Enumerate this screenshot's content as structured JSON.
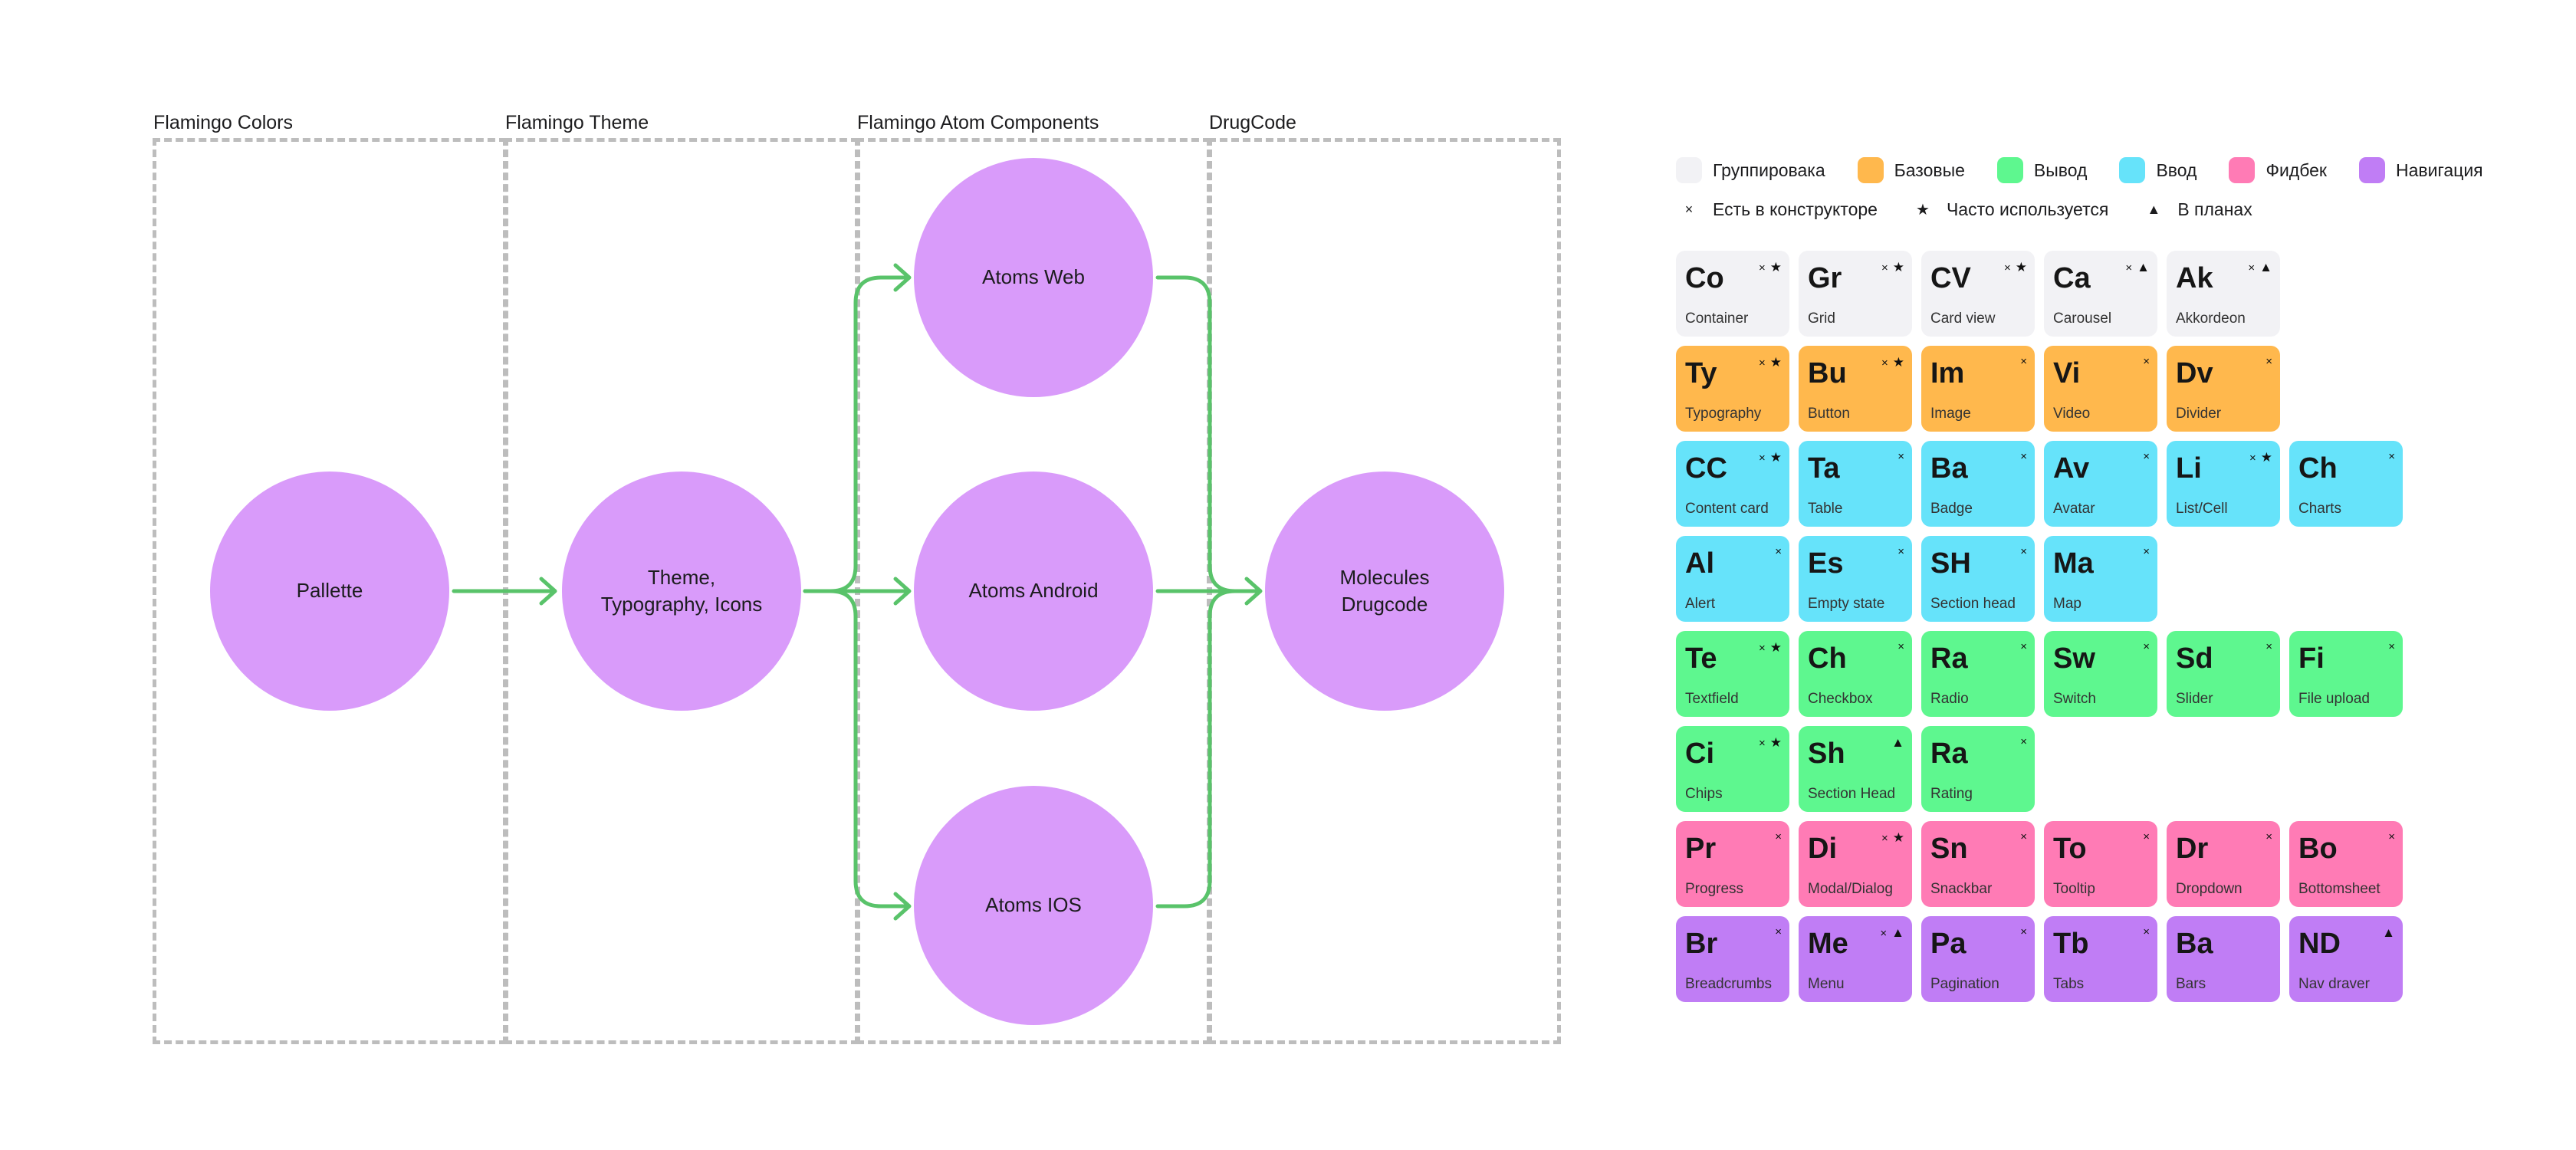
{
  "diagram": {
    "columns": [
      {
        "label": "Flamingo Colors"
      },
      {
        "label": "Flamingo Theme"
      },
      {
        "label": "Flamingo Atom Components"
      },
      {
        "label": "DrugCode"
      }
    ],
    "nodes": [
      {
        "id": "pallette",
        "label": "Pallette"
      },
      {
        "id": "theme",
        "label": "Theme,\nTypography, Icons"
      },
      {
        "id": "atoms-web",
        "label": "Atoms Web"
      },
      {
        "id": "atoms-android",
        "label": "Atoms Android"
      },
      {
        "id": "atoms-ios",
        "label": "Atoms IOS"
      },
      {
        "id": "molecules",
        "label": "Molecules\nDrugcode"
      }
    ],
    "node_color": "#d99bfa",
    "arrow_color": "#59c36a",
    "edges": [
      [
        "pallette",
        "theme"
      ],
      [
        "theme",
        "atoms-web"
      ],
      [
        "theme",
        "atoms-android"
      ],
      [
        "theme",
        "atoms-ios"
      ],
      [
        "atoms-web",
        "molecules"
      ],
      [
        "atoms-android",
        "molecules"
      ],
      [
        "atoms-ios",
        "molecules"
      ]
    ]
  },
  "legend": {
    "categories": [
      {
        "key": "group",
        "label": "Группировака",
        "color": "#f2f2f5"
      },
      {
        "key": "base",
        "label": "Базовые",
        "color": "#ffb84d"
      },
      {
        "key": "output",
        "label": "Вывод",
        "color": "#5ef78f"
      },
      {
        "key": "input",
        "label": "Ввод",
        "color": "#66e3fa"
      },
      {
        "key": "feedback",
        "label": "Фидбек",
        "color": "#ff7bb5"
      },
      {
        "key": "nav",
        "label": "Навигация",
        "color": "#c07df5"
      }
    ],
    "markers": [
      {
        "key": "x",
        "symbol": "×",
        "label": "Есть в конструкторе"
      },
      {
        "key": "star",
        "symbol": "★",
        "label": "Часто используется"
      },
      {
        "key": "tri",
        "symbol": "▲",
        "label": "В планах"
      }
    ]
  },
  "tiles": [
    [
      {
        "abbr": "Co",
        "name": "Container",
        "cat": "group",
        "marks": [
          "x",
          "star"
        ]
      },
      {
        "abbr": "Gr",
        "name": "Grid",
        "cat": "group",
        "marks": [
          "x",
          "star"
        ]
      },
      {
        "abbr": "CV",
        "name": "Card view",
        "cat": "group",
        "marks": [
          "x",
          "star"
        ]
      },
      {
        "abbr": "Ca",
        "name": "Carousel",
        "cat": "group",
        "marks": [
          "x",
          "tri"
        ]
      },
      {
        "abbr": "Ak",
        "name": "Akkordeon",
        "cat": "group",
        "marks": [
          "x",
          "tri"
        ]
      }
    ],
    [
      {
        "abbr": "Ty",
        "name": "Typography",
        "cat": "base",
        "marks": [
          "x",
          "star"
        ]
      },
      {
        "abbr": "Bu",
        "name": "Button",
        "cat": "base",
        "marks": [
          "x",
          "star"
        ]
      },
      {
        "abbr": "Im",
        "name": "Image",
        "cat": "base",
        "marks": [
          "x"
        ]
      },
      {
        "abbr": "Vi",
        "name": "Video",
        "cat": "base",
        "marks": [
          "x"
        ]
      },
      {
        "abbr": "Dv",
        "name": "Divider",
        "cat": "base",
        "marks": [
          "x"
        ]
      }
    ],
    [
      {
        "abbr": "CC",
        "name": "Content card",
        "cat": "input",
        "marks": [
          "x",
          "star"
        ]
      },
      {
        "abbr": "Ta",
        "name": "Table",
        "cat": "input",
        "marks": [
          "x"
        ]
      },
      {
        "abbr": "Ba",
        "name": "Badge",
        "cat": "input",
        "marks": [
          "x"
        ]
      },
      {
        "abbr": "Av",
        "name": "Avatar",
        "cat": "input",
        "marks": [
          "x"
        ]
      },
      {
        "abbr": "Li",
        "name": "List/Cell",
        "cat": "input",
        "marks": [
          "x",
          "star"
        ]
      },
      {
        "abbr": "Ch",
        "name": "Charts",
        "cat": "input",
        "marks": [
          "x"
        ]
      }
    ],
    [
      {
        "abbr": "Al",
        "name": "Alert",
        "cat": "input",
        "marks": [
          "x"
        ]
      },
      {
        "abbr": "Es",
        "name": "Empty state",
        "cat": "input",
        "marks": [
          "x"
        ]
      },
      {
        "abbr": "SH",
        "name": "Section head",
        "cat": "input",
        "marks": [
          "x"
        ]
      },
      {
        "abbr": "Ma",
        "name": "Map",
        "cat": "input",
        "marks": [
          "x"
        ]
      }
    ],
    [
      {
        "abbr": "Te",
        "name": "Textfield",
        "cat": "output",
        "marks": [
          "x",
          "star"
        ]
      },
      {
        "abbr": "Ch",
        "name": "Checkbox",
        "cat": "output",
        "marks": [
          "x"
        ]
      },
      {
        "abbr": "Ra",
        "name": "Radio",
        "cat": "output",
        "marks": [
          "x"
        ]
      },
      {
        "abbr": "Sw",
        "name": "Switch",
        "cat": "output",
        "marks": [
          "x"
        ]
      },
      {
        "abbr": "Sd",
        "name": "Slider",
        "cat": "output",
        "marks": [
          "x"
        ]
      },
      {
        "abbr": "Fi",
        "name": "File upload",
        "cat": "output",
        "marks": [
          "x"
        ]
      }
    ],
    [
      {
        "abbr": "Ci",
        "name": "Chips",
        "cat": "output",
        "marks": [
          "x",
          "star"
        ]
      },
      {
        "abbr": "Sh",
        "name": "Section Head",
        "cat": "output",
        "marks": [
          "tri"
        ]
      },
      {
        "abbr": "Ra",
        "name": "Rating",
        "cat": "output",
        "marks": [
          "x"
        ]
      }
    ],
    [
      {
        "abbr": "Pr",
        "name": "Progress",
        "cat": "feedback",
        "marks": [
          "x"
        ]
      },
      {
        "abbr": "Di",
        "name": "Modal/Dialog",
        "cat": "feedback",
        "marks": [
          "x",
          "star"
        ]
      },
      {
        "abbr": "Sn",
        "name": "Snackbar",
        "cat": "feedback",
        "marks": [
          "x"
        ]
      },
      {
        "abbr": "To",
        "name": "Tooltip",
        "cat": "feedback",
        "marks": [
          "x"
        ]
      },
      {
        "abbr": "Dr",
        "name": "Dropdown",
        "cat": "feedback",
        "marks": [
          "x"
        ]
      },
      {
        "abbr": "Bo",
        "name": "Bottomsheet",
        "cat": "feedback",
        "marks": [
          "x"
        ]
      }
    ],
    [
      {
        "abbr": "Br",
        "name": "Breadcrumbs",
        "cat": "nav",
        "marks": [
          "x"
        ]
      },
      {
        "abbr": "Me",
        "name": "Menu",
        "cat": "nav",
        "marks": [
          "x",
          "tri"
        ]
      },
      {
        "abbr": "Pa",
        "name": "Pagination",
        "cat": "nav",
        "marks": [
          "x"
        ]
      },
      {
        "abbr": "Tb",
        "name": "Tabs",
        "cat": "nav",
        "marks": [
          "x"
        ]
      },
      {
        "abbr": "Ba",
        "name": "Bars",
        "cat": "nav",
        "marks": []
      },
      {
        "abbr": "ND",
        "name": "Nav draver",
        "cat": "nav",
        "marks": [
          "tri"
        ]
      }
    ]
  ]
}
